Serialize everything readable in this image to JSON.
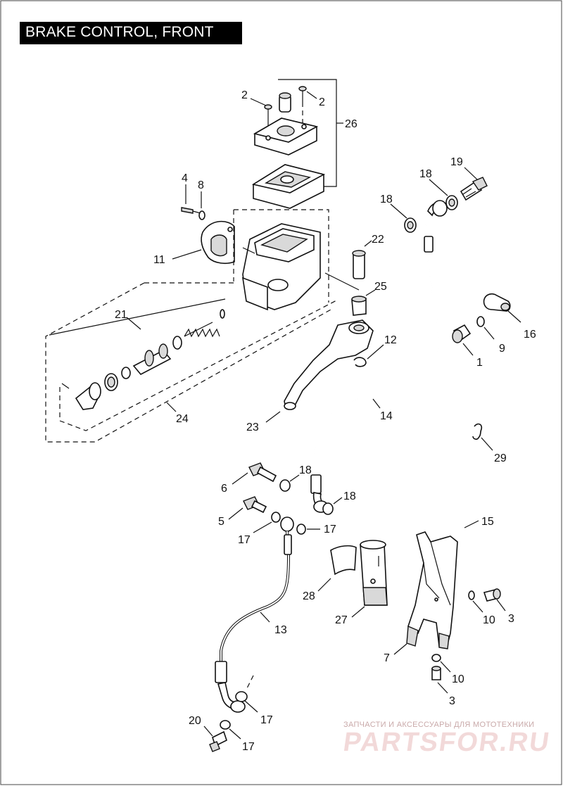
{
  "title": "BRAKE CONTROL, FRONT",
  "callouts": [
    {
      "id": "c2a",
      "text": "2"
    },
    {
      "id": "c2b",
      "text": "2"
    },
    {
      "id": "c26",
      "text": "26"
    },
    {
      "id": "c4",
      "text": "4"
    },
    {
      "id": "c8",
      "text": "8"
    },
    {
      "id": "c11",
      "text": "11"
    },
    {
      "id": "c19",
      "text": "19"
    },
    {
      "id": "c18a",
      "text": "18"
    },
    {
      "id": "c18b",
      "text": "18"
    },
    {
      "id": "c22",
      "text": "22"
    },
    {
      "id": "c25",
      "text": "25"
    },
    {
      "id": "c21",
      "text": "21"
    },
    {
      "id": "c16",
      "text": "16"
    },
    {
      "id": "c9",
      "text": "9"
    },
    {
      "id": "c1",
      "text": "1"
    },
    {
      "id": "c12",
      "text": "12"
    },
    {
      "id": "c14",
      "text": "14"
    },
    {
      "id": "c24",
      "text": "24"
    },
    {
      "id": "c23",
      "text": "23"
    },
    {
      "id": "c29",
      "text": "29"
    },
    {
      "id": "c6",
      "text": "6"
    },
    {
      "id": "c18c",
      "text": "18"
    },
    {
      "id": "c18d",
      "text": "18"
    },
    {
      "id": "c15",
      "text": "15"
    },
    {
      "id": "c5",
      "text": "5"
    },
    {
      "id": "c17a",
      "text": "17"
    },
    {
      "id": "c17b",
      "text": "17"
    },
    {
      "id": "c28",
      "text": "28"
    },
    {
      "id": "c3a",
      "text": "3"
    },
    {
      "id": "c10a",
      "text": "10"
    },
    {
      "id": "c27",
      "text": "27"
    },
    {
      "id": "c13",
      "text": "13"
    },
    {
      "id": "c7",
      "text": "7"
    },
    {
      "id": "c10b",
      "text": "10"
    },
    {
      "id": "c3b",
      "text": "3"
    },
    {
      "id": "c17c",
      "text": "17"
    },
    {
      "id": "c20",
      "text": "20"
    },
    {
      "id": "c17d",
      "text": "17"
    }
  ],
  "watermark": {
    "small": "ЗАПЧАСТИ И АКСЕССУАРЫ ДЛЯ МОТОТЕХНИКИ",
    "big": "PARTSFOR.RU"
  }
}
